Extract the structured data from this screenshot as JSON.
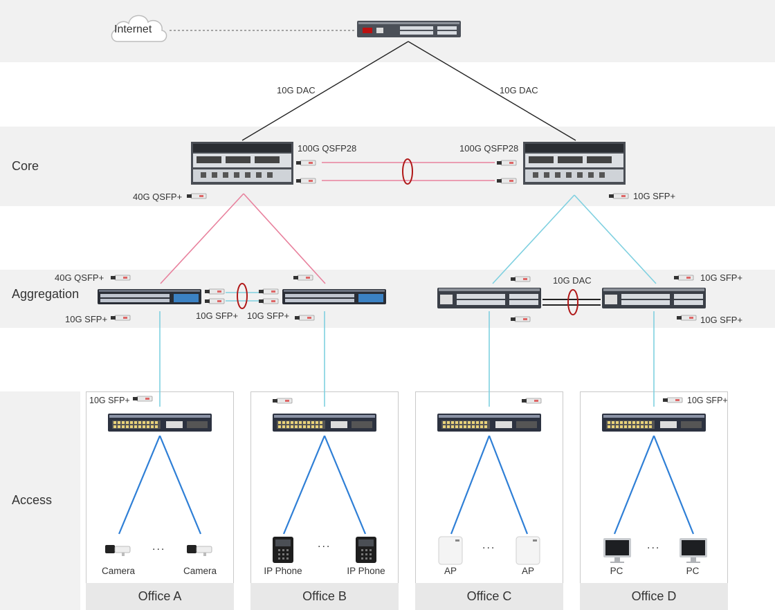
{
  "tiers": {
    "core": "Core",
    "aggregation": "Aggregation",
    "access": "Access"
  },
  "internet": "Internet",
  "links": {
    "wan_left": "10G DAC",
    "wan_right": "10G DAC",
    "core_left_qsfp28": "100G QSFP28",
    "core_right_qsfp28": "100G QSFP28",
    "core_left_40g": "40G QSFP+",
    "core_right_10g": "10G SFP+",
    "agg_left_40g": "40G QSFP+",
    "agg_left_10g": "10G SFP+",
    "agg_mid_left_10g": "10G SFP+",
    "agg_mid_right_10g": "10G SFP+",
    "agg_right_dac": "10G DAC",
    "agg_right_top_10g": "10G SFP+",
    "agg_right_bottom_10g": "10G SFP+",
    "office_a_sfp": "10G SFP+",
    "office_d_sfp": "10G SFP+"
  },
  "offices": [
    {
      "name": "Office A",
      "device_left": "Camera",
      "device_right": "Camera",
      "ellipsis": "..."
    },
    {
      "name": "Office B",
      "device_left": "IP Phone",
      "device_right": "IP Phone",
      "ellipsis": "..."
    },
    {
      "name": "Office C",
      "device_left": "AP",
      "device_right": "AP",
      "ellipsis": "..."
    },
    {
      "name": "Office D",
      "device_left": "PC",
      "device_right": "PC",
      "ellipsis": "..."
    }
  ],
  "colors": {
    "band": "#f1f1f1",
    "link_black": "#222222",
    "link_pink": "#e8819d",
    "link_cyan": "#7fd0e0",
    "link_blue": "#2f7fd6",
    "lag_ring": "#b01818"
  },
  "icons": {
    "cloud": "cloud-icon",
    "router": "router-icon",
    "core_switch": "chassis-switch-icon",
    "agg_switch": "rack-switch-icon",
    "access_switch": "poe-switch-icon",
    "transceiver": "sfp-module-icon",
    "camera": "camera-icon",
    "phone": "ip-phone-icon",
    "ap": "access-point-icon",
    "pc": "monitor-icon"
  }
}
